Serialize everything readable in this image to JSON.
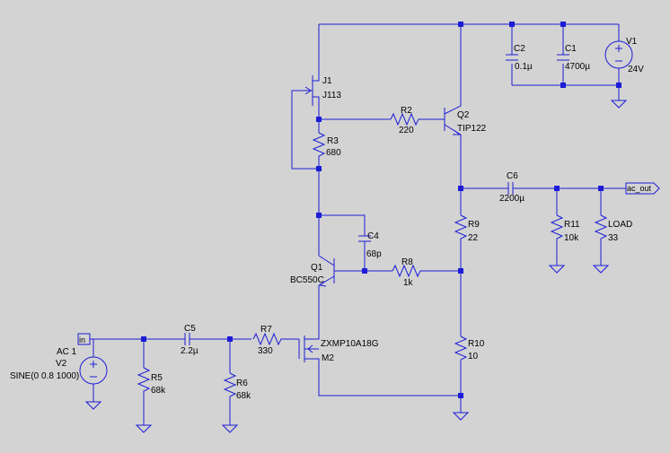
{
  "components": {
    "J1": {
      "ref": "J1",
      "value": "J113"
    },
    "Q1": {
      "ref": "Q1",
      "value": "BC550C"
    },
    "Q2": {
      "ref": "Q2",
      "value": "TIP122"
    },
    "M2": {
      "ref": "M2",
      "value": "ZXMP10A18G"
    },
    "R2": {
      "ref": "R2",
      "value": "220"
    },
    "R3": {
      "ref": "R3",
      "value": "680"
    },
    "R5": {
      "ref": "R5",
      "value": "68k"
    },
    "R6": {
      "ref": "R6",
      "value": "68k"
    },
    "R7": {
      "ref": "R7",
      "value": "330"
    },
    "R8": {
      "ref": "R8",
      "value": "1k"
    },
    "R9": {
      "ref": "R9",
      "value": "22"
    },
    "R10": {
      "ref": "R10",
      "value": "10"
    },
    "R11": {
      "ref": "R11",
      "value": "10k"
    },
    "LOAD": {
      "ref": "LOAD",
      "value": "33"
    },
    "C1": {
      "ref": "C1",
      "value": "4700µ"
    },
    "C2": {
      "ref": "C2",
      "value": "0.1µ"
    },
    "C4": {
      "ref": "C4",
      "value": "68p"
    },
    "C5": {
      "ref": "C5",
      "value": "2.2µ"
    },
    "C6": {
      "ref": "C6",
      "value": "2200µ"
    },
    "V1": {
      "ref": "V1",
      "value": "24V"
    },
    "V2": {
      "ref": "V2",
      "ac": "AC 1",
      "value": "SINE(0 0.8 1000)"
    }
  },
  "nets": {
    "input": "in",
    "output": "ac_out"
  }
}
